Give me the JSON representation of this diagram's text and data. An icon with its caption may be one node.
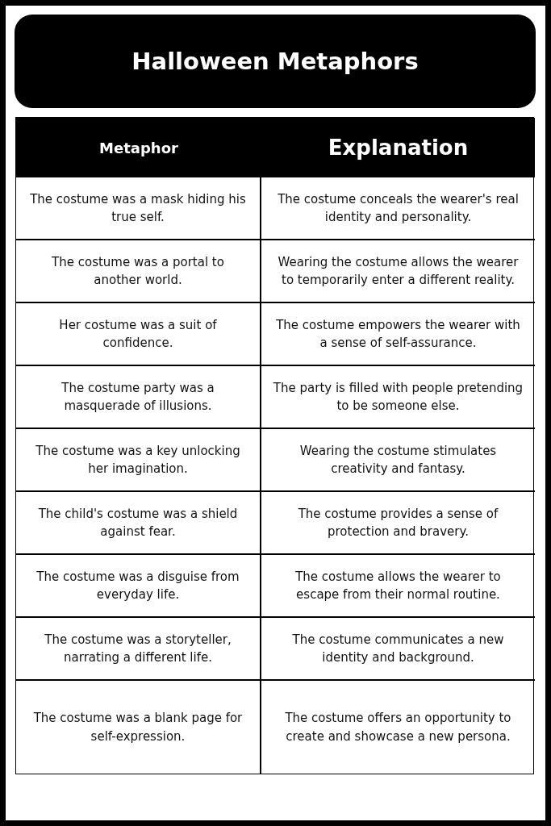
{
  "diagram": {
    "title": "Halloween Metaphors",
    "labels": [
      "Metaphor",
      "Explanation",
      "The costume was a mask hiding his true self.",
      "The costume conceals the wearer's real identity and personality.",
      "The costume was a portal to another world.",
      "Wearing the costume allows the wearer to temporarily enter a different reality.",
      "Her costume was a suit of confidence.",
      "The costume empowers the wearer with a sense of self-assurance.",
      "The costume party was a masquerade of illusions.",
      "The party is filled with people pretending to be someone else.",
      "The costume was a key unlocking her imagination.",
      "Wearing the costume stimulates creativity and fantasy.",
      "The child's costume was a shield against fear.",
      "The costume provides a sense of protection and bravery.",
      "The costume was a disguise from everyday life.",
      "The costume allows the wearer to escape from their normal routine.",
      "The costume was a storyteller, narrating a different life.",
      "The costume communicates a new identity and background.",
      "The costume was a blank page for self-expression.",
      "The costume offers an opportunity to create and showcase a new persona."
    ]
  }
}
